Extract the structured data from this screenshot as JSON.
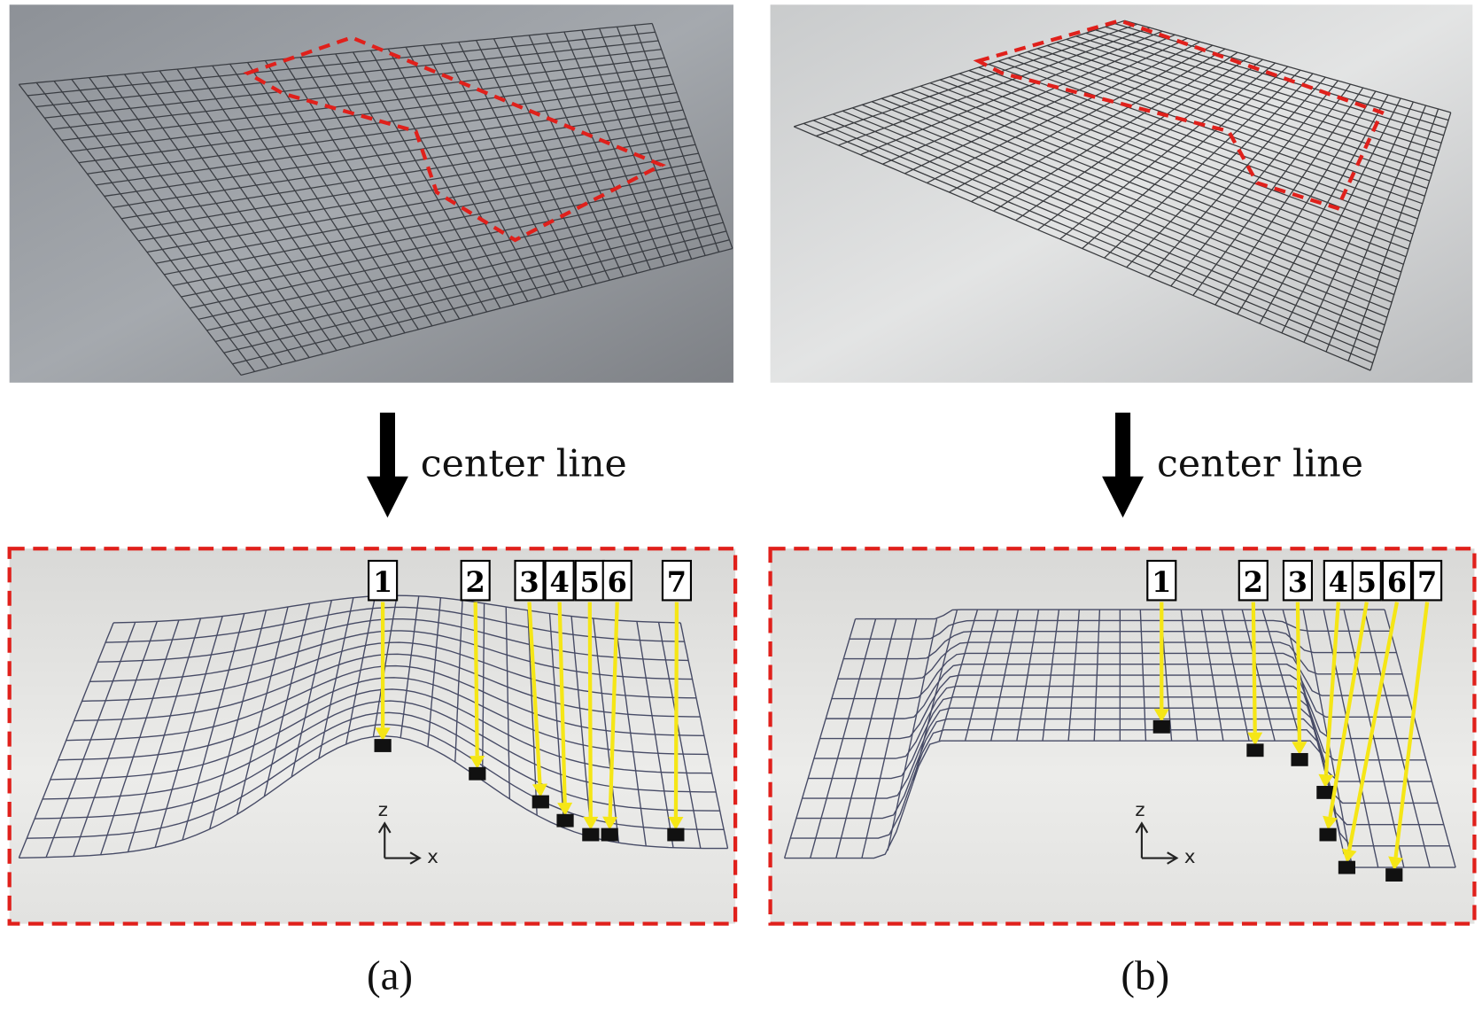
{
  "panels": [
    {
      "id": "a",
      "caption": "(a)",
      "arrow_label": "center line",
      "axis": {
        "z": "z",
        "x": "x"
      },
      "markers": [
        "1",
        "2",
        "3",
        "4",
        "5",
        "6",
        "7"
      ]
    },
    {
      "id": "b",
      "caption": "(b)",
      "arrow_label": "center line",
      "axis": {
        "z": "z",
        "x": "x"
      },
      "markers": [
        "1",
        "2",
        "3",
        "4",
        "5",
        "6",
        "7"
      ]
    }
  ],
  "colors": {
    "dashed_outline": "#e0201b",
    "marker_arrow": "#f5e616",
    "photo_bg": "#9a9ea3",
    "bottom_bg": "#e6e6e4"
  }
}
